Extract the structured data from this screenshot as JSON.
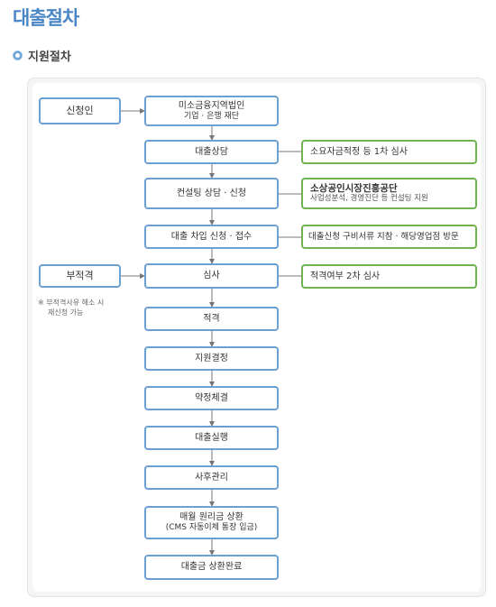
{
  "page_title": "대출절차",
  "section_title": "지원절차",
  "left_boxes": {
    "applicant": "신청인",
    "ineligible": "부적격"
  },
  "note": {
    "mark": "※",
    "line1": "부적격사유 해소 시",
    "line2": "재신청 가능"
  },
  "steps": [
    {
      "line1": "미소금융지역법인",
      "line2": "기업 · 은행 재단"
    },
    {
      "line1": "대출상담"
    },
    {
      "line1": "컨설팅 상담 · 신청"
    },
    {
      "line1": "대출 차입 신청 · 접수"
    },
    {
      "line1": "심사"
    },
    {
      "line1": "적격"
    },
    {
      "line1": "지원결정"
    },
    {
      "line1": "약정체결"
    },
    {
      "line1": "대출실행"
    },
    {
      "line1": "사후관리"
    },
    {
      "line1": "매월 원리금 상환",
      "line2": "(CMS 자동이체 통장 입금)"
    },
    {
      "line1": "대출금 상환완료"
    }
  ],
  "side_notes": [
    {
      "line1": "소요자금적정 등 1차 심사"
    },
    {
      "line1": "소상공인시장진흥공단",
      "line2": "사업성분석, 경영진단 등 컨설팅 지원"
    },
    {
      "line1": "대출신청 구비서류 지참 · 해당영업점 방문"
    },
    {
      "line1": "적격여부 2차 심사"
    }
  ]
}
